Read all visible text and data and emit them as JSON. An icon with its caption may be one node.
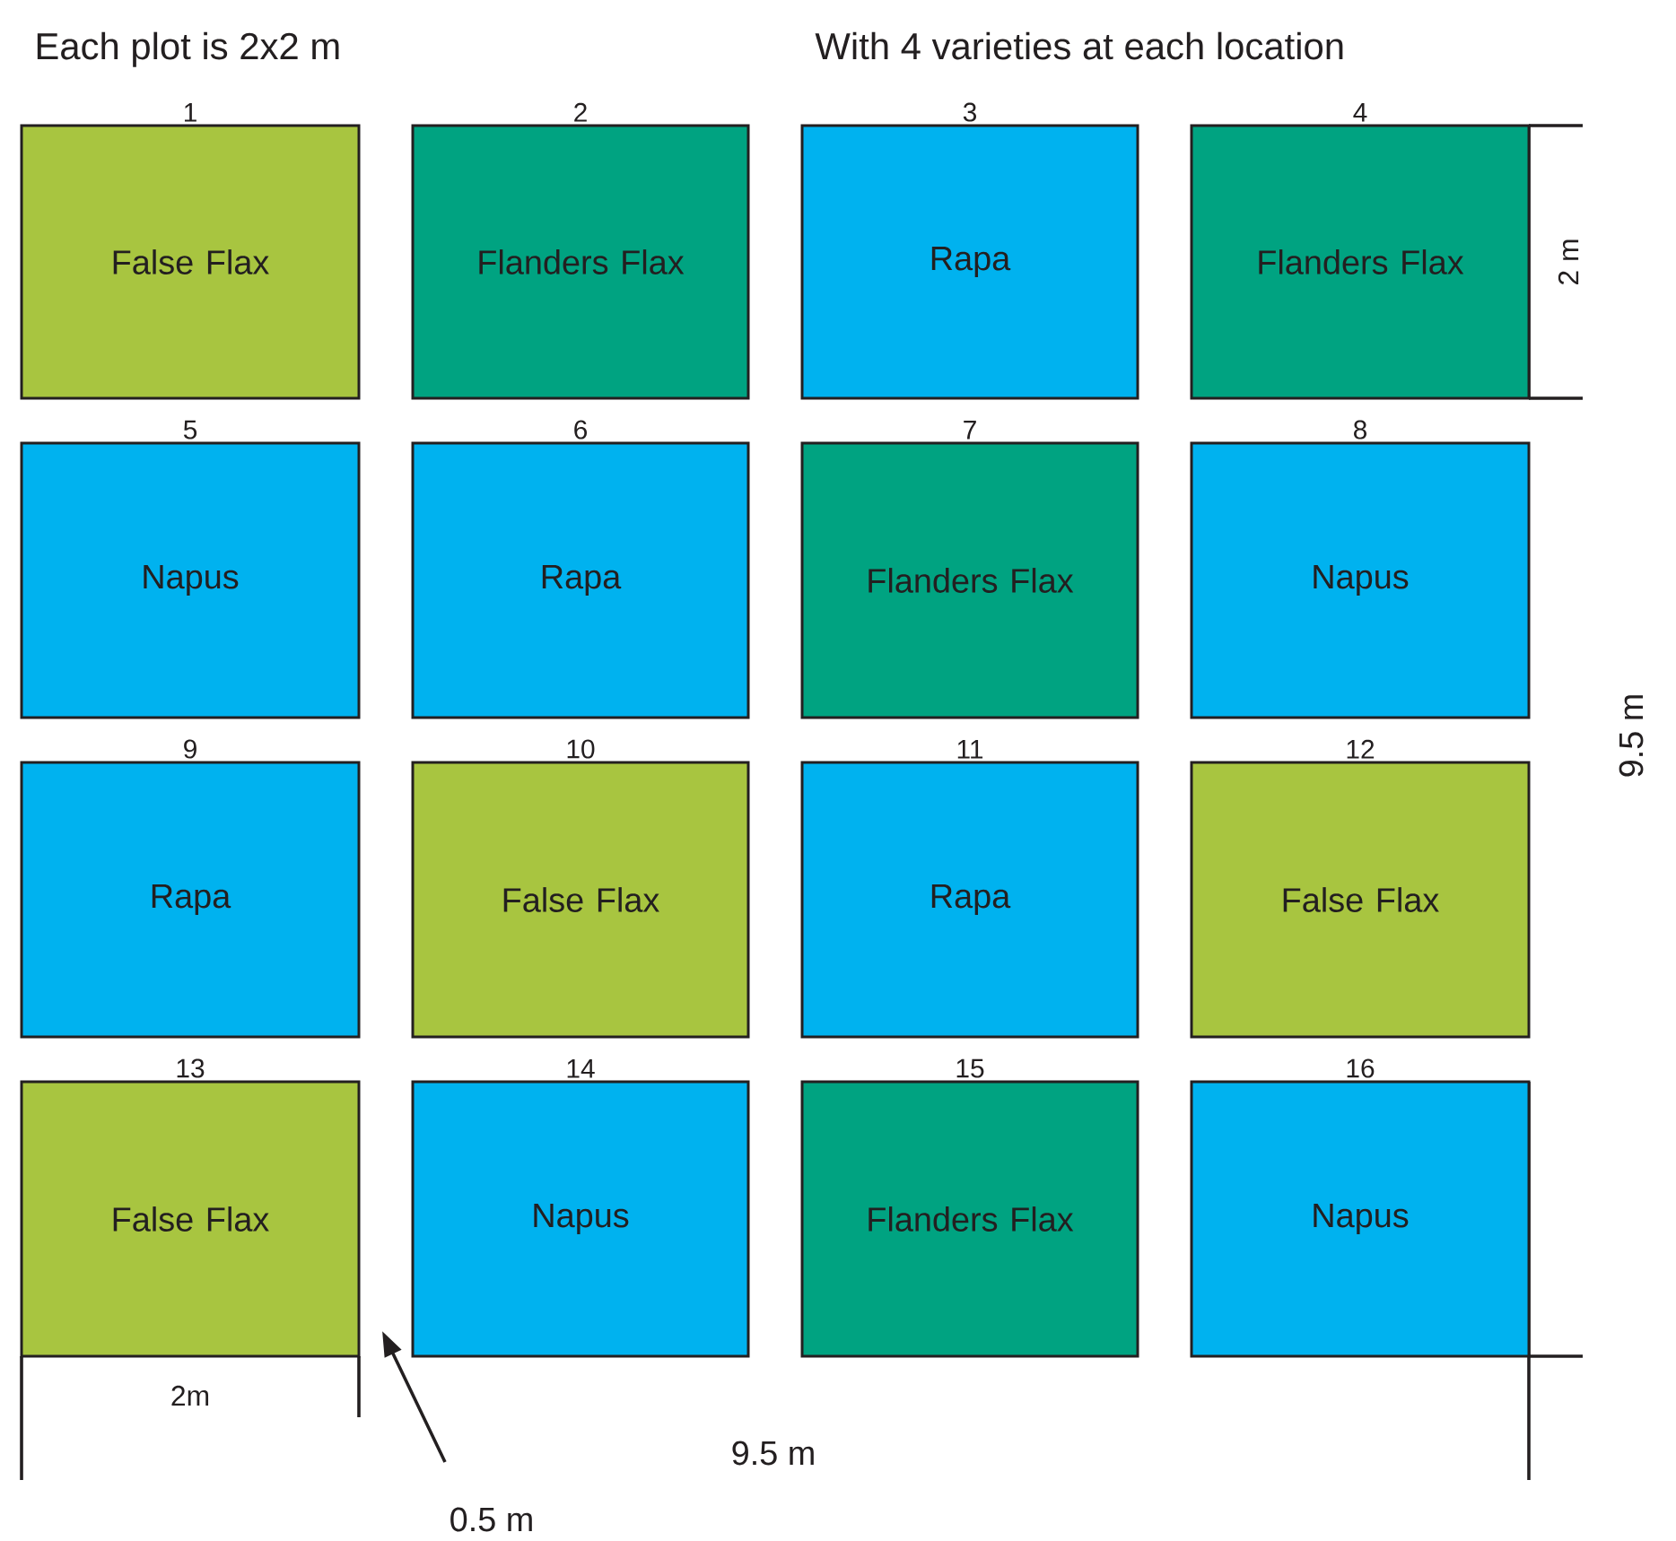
{
  "diagram": {
    "nodes": [
      {
        "text": [
          "False Flax"
        ],
        "beside": [
          "1"
        ]
      },
      {
        "text": [
          "Flanders Flax"
        ],
        "beside": [
          "2"
        ]
      },
      {
        "text": [
          "Rapa"
        ],
        "beside": [
          "3"
        ]
      },
      {
        "text": [
          "Flanders Flax"
        ],
        "beside": [
          "4"
        ]
      },
      {
        "text": [
          "Napus"
        ],
        "beside": [
          "5"
        ]
      },
      {
        "text": [
          "Rapa"
        ],
        "beside": [
          "6"
        ]
      },
      {
        "text": [
          "Flanders Flax"
        ],
        "beside": [
          "7"
        ]
      },
      {
        "text": [
          "Napus"
        ],
        "beside": [
          "8"
        ]
      },
      {
        "text": [
          "Rapa"
        ],
        "beside": [
          "9"
        ]
      },
      {
        "text": [
          "False Flax"
        ],
        "beside": [
          "10"
        ]
      },
      {
        "text": [
          "Rapa"
        ],
        "beside": [
          "11"
        ]
      },
      {
        "text": [
          "False Flax"
        ],
        "beside": [
          "12"
        ]
      },
      {
        "text": [
          "False Flax"
        ],
        "beside": [
          "13"
        ]
      },
      {
        "text": [
          "Napus"
        ],
        "beside": [
          "14"
        ]
      },
      {
        "text": [
          "Flanders Flax"
        ],
        "beside": [
          "15"
        ]
      },
      {
        "text": [
          "Napus"
        ],
        "beside": [
          "16"
        ]
      }
    ],
    "labels": [
      "Each plot is 2x2 m",
      "With 4 varieties at each location",
      "2 m",
      "9.5 m",
      "2m",
      "0.5 m",
      "9.5 m"
    ]
  }
}
